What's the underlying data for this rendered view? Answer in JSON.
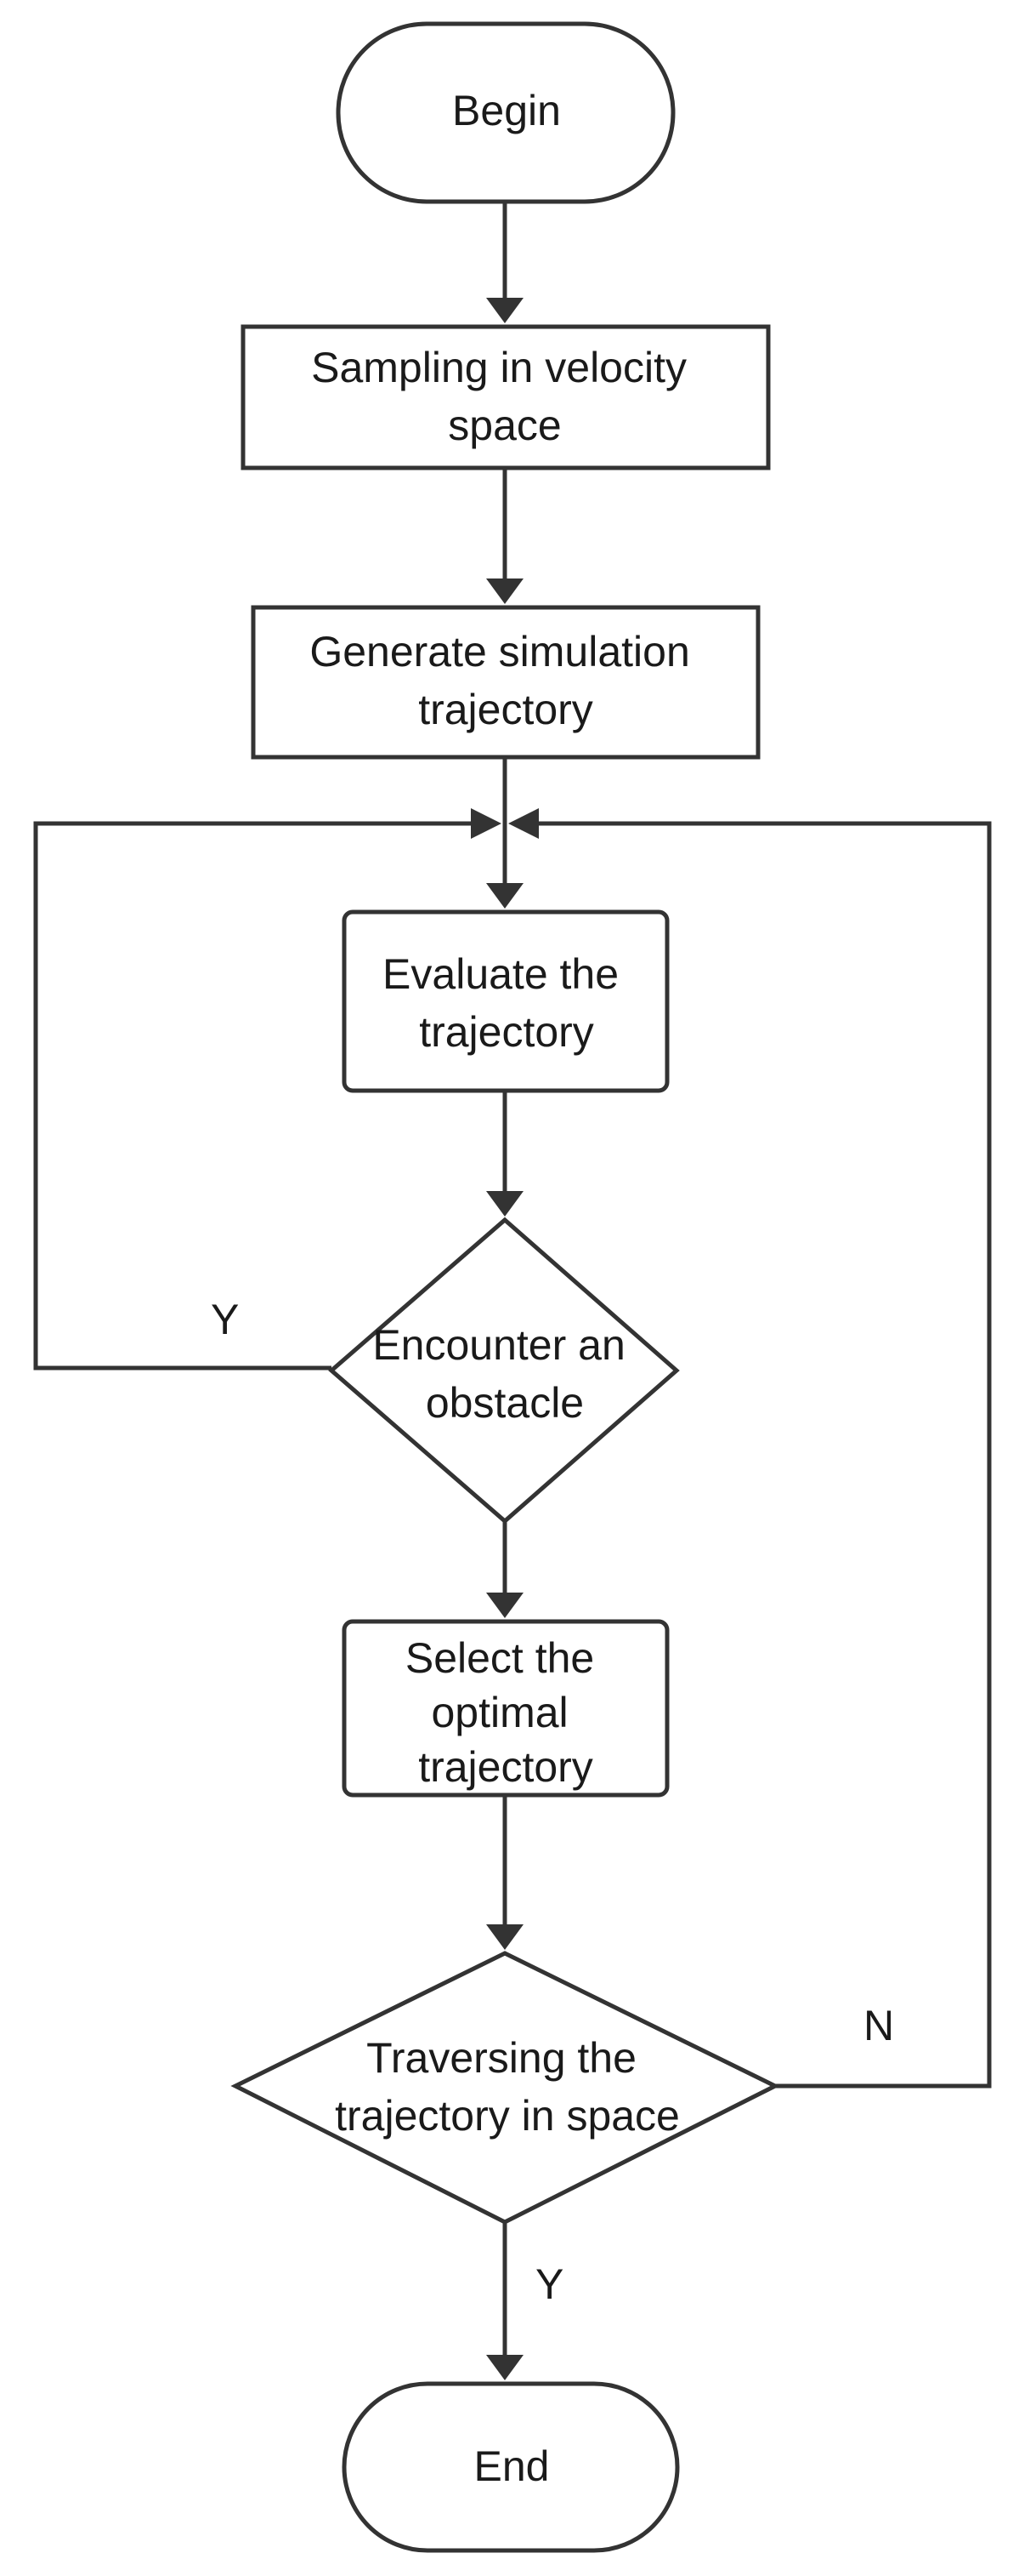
{
  "nodes": {
    "begin": {
      "shape": "terminal",
      "lines": [
        "Begin"
      ]
    },
    "sampling": {
      "shape": "process",
      "lines": [
        "Sampling in velocity",
        "space"
      ]
    },
    "generate": {
      "shape": "process",
      "lines": [
        "Generate simulation",
        "trajectory"
      ]
    },
    "evaluate": {
      "shape": "process",
      "lines": [
        "Evaluate the",
        "trajectory"
      ]
    },
    "encounter": {
      "shape": "decision",
      "lines": [
        "Encounter an",
        "obstacle"
      ]
    },
    "select": {
      "shape": "process",
      "lines": [
        "Select the",
        "optimal",
        "trajectory"
      ]
    },
    "traversing": {
      "shape": "decision",
      "lines": [
        "Traversing the",
        "trajectory in space"
      ]
    },
    "end": {
      "shape": "terminal",
      "lines": [
        "End"
      ]
    }
  },
  "edge_labels": {
    "obstacle_yes": "Y",
    "traverse_no": "N",
    "traverse_yes": "Y"
  }
}
